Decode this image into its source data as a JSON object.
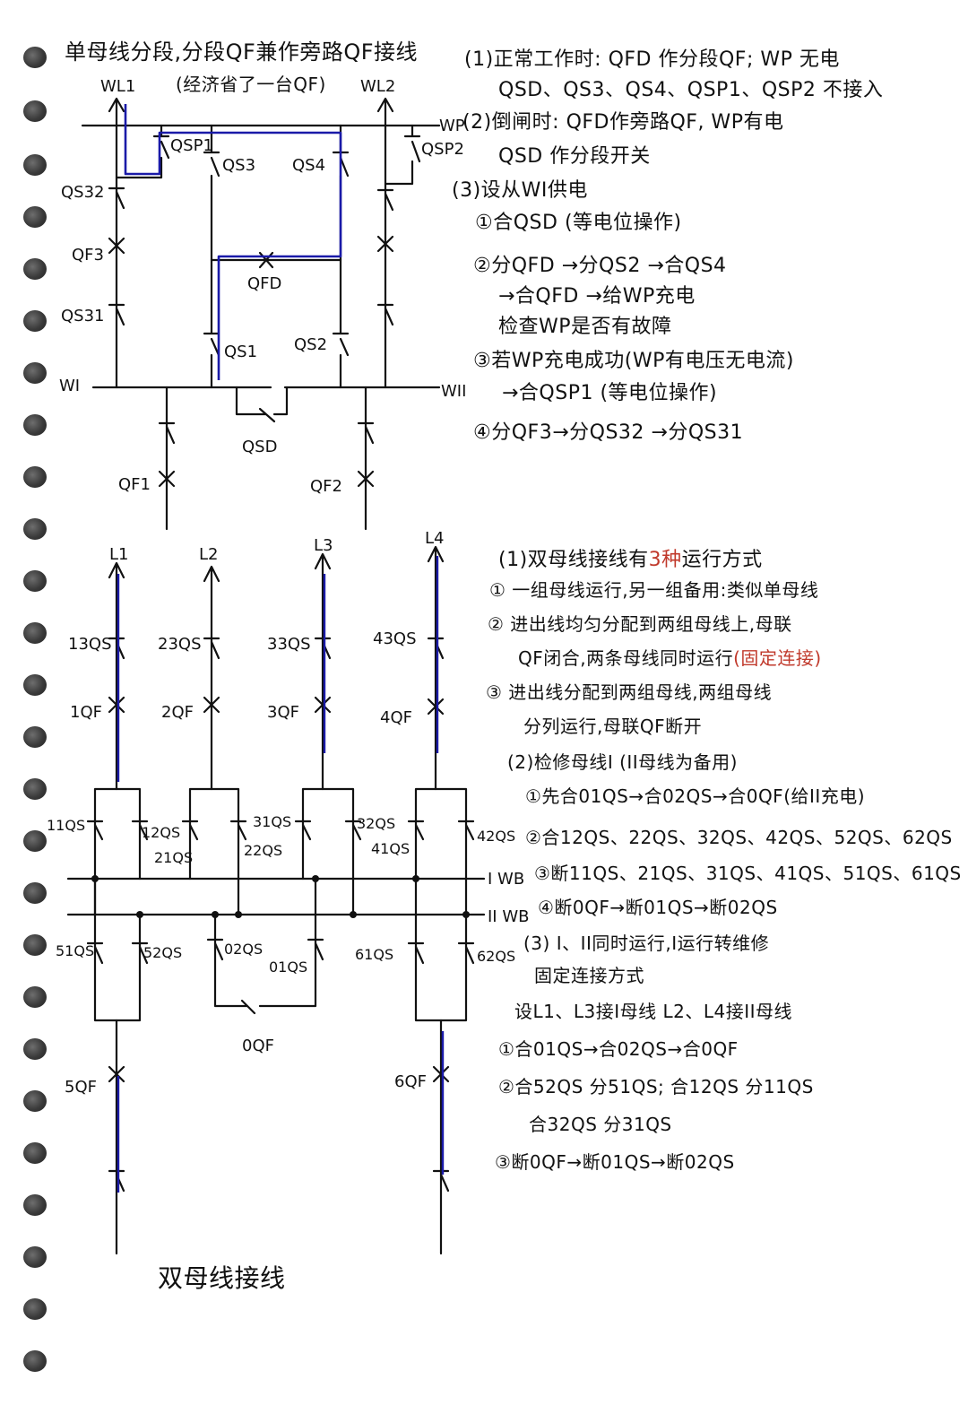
{
  "colors": {
    "ink": "#111111",
    "highlight": "#1a1aa8",
    "accent": "#c0392b",
    "hole": "#3a3a3a"
  },
  "diagram1": {
    "title": "单母线分段,分段QF兼作旁路QF接线",
    "subtitle": "(经济省了一台QF)",
    "labels": {
      "wl1": "WL1",
      "wl2": "WL2",
      "wp": "WP",
      "qsp1": "QSP1",
      "qsp2": "QSP2",
      "qs3": "QS3",
      "qs4": "QS4",
      "qs32": "QS32",
      "qf3": "QF3",
      "qs31": "QS31",
      "qfd": "QFD",
      "qs1": "QS1",
      "qs2": "QS2",
      "wi": "WI",
      "wii": "WII",
      "qsd": "QSD",
      "qf1": "QF1",
      "qf2": "QF2"
    }
  },
  "notes1": [
    "(1)正常工作时: QFD 作分段QF; WP 无电",
    "QSD、QS3、QS4、QSP1、QSP2 不接入",
    "(2)倒闸时: QFD作旁路QF, WP有电",
    "QSD 作分段开关",
    "(3)设从WI供电",
    "①合QSD (等电位操作)",
    "②分QFD →分QS2 →合QS4",
    "→合QFD →给WP充电",
    "检查WP是否有故障",
    "③若WP充电成功(WP有电压无电流)",
    "→合QSP1 (等电位操作)",
    "④分QF3→分QS32 →分QS31"
  ],
  "diagram2": {
    "title": "双母线接线",
    "labels": {
      "l1": "L1",
      "l2": "L2",
      "l3": "L3",
      "l4": "L4",
      "qs13": "13QS",
      "qs23": "23QS",
      "qs33": "33QS",
      "qs43": "43QS",
      "qf1": "1QF",
      "qf2": "2QF",
      "qf3": "3QF",
      "qf4": "4QF",
      "qs11": "11QS",
      "qs12": "12QS",
      "qs21": "21QS",
      "qs22": "22QS",
      "qs31": "31QS",
      "qs32": "32QS",
      "qs41": "41QS",
      "qs42": "42QS",
      "iwb": "I WB",
      "iiwb": "II WB",
      "qs51": "51QS",
      "qs52": "52QS",
      "qs02": "02QS",
      "qs01": "01QS",
      "qs61": "61QS",
      "qs62": "62QS",
      "qf0": "0QF",
      "qf5": "5QF",
      "qf6": "6QF"
    }
  },
  "notes2": {
    "line1_pre": "(1)双母线接线有",
    "line1_red": "3种",
    "line1_post": "运行方式",
    "items": [
      "① 一组母线运行,另一组备用:类似单母线",
      "② 进出线均匀分配到两组母线上,母联",
      "③ 进出线分配到两组母线,两组母线",
      "分列运行,母联QF断开",
      "(2)检修母线I (II母线为备用)",
      "①先合01QS→合02QS→合0QF(给II充电)",
      "②合12QS、22QS、32QS、42QS、52QS、62QS",
      "③断11QS、21QS、31QS、41QS、51QS、61QS",
      "④断0QF→断01QS→断02QS",
      "(3) I、II同时运行,I运行转维修",
      "固定连接方式",
      "设L1、L3接I母线  L2、L4接II母线",
      "①合01QS→合02QS→合0QF",
      "②合52QS 分51QS; 合12QS 分11QS",
      "合32QS 分31QS",
      "③断0QF→断01QS→断02QS"
    ],
    "item_qf_pre": "QF闭合,两条母线同时运行",
    "item_qf_red": "(固定连接)"
  }
}
